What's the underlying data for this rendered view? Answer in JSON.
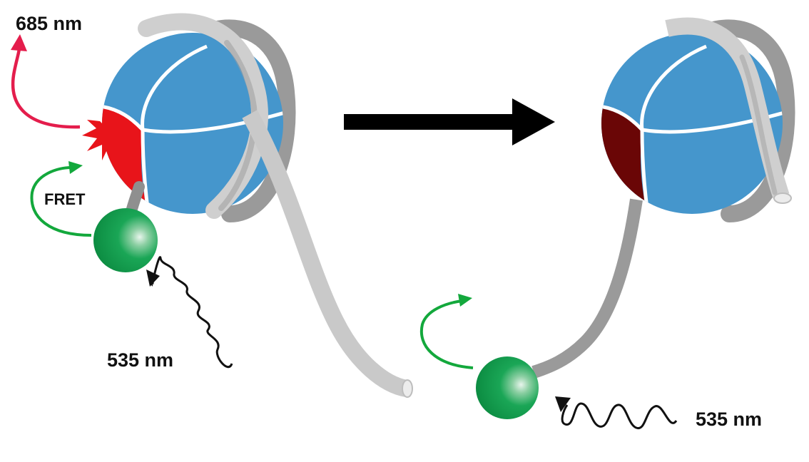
{
  "labels": {
    "emission": "685 nm",
    "fret": "FRET",
    "excitation_left": "535 nm",
    "excitation_right": "535 nm"
  },
  "colors": {
    "nucleosome_blue": "#4596cc",
    "acceptor_bright_red": "#e8141a",
    "acceptor_dark_red": "#6a0606",
    "donor_green": "#0e9c4a",
    "dna_gray_light": "#c9c9c9",
    "dna_gray_dark": "#9a9a9a",
    "emission_arrow_red": "#e41d4c",
    "fret_arrow_green": "#13a83c",
    "process_arrow_black": "#000000"
  },
  "icons": {
    "left_state": "nucleosome-fret-on",
    "right_state": "nucleosome-fret-off",
    "transition": "right-arrow-icon"
  }
}
